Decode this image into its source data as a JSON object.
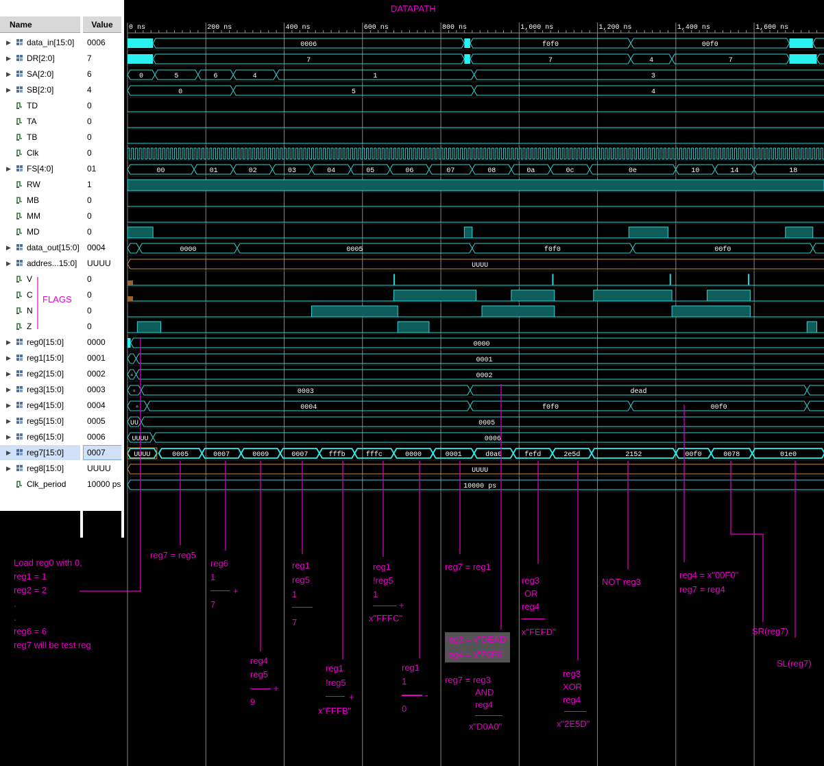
{
  "title": "DATAPATH",
  "columns": {
    "name": "Name",
    "value": "Value"
  },
  "signals": [
    {
      "name": "data_in[15:0]",
      "value": "0006",
      "type": "bus",
      "expand": true
    },
    {
      "name": "DR[2:0]",
      "value": "7",
      "type": "bus",
      "expand": true
    },
    {
      "name": "SA[2:0]",
      "value": "6",
      "type": "bus",
      "expand": true
    },
    {
      "name": "SB[2:0]",
      "value": "4",
      "type": "bus",
      "expand": true
    },
    {
      "name": "TD",
      "value": "0",
      "type": "bit"
    },
    {
      "name": "TA",
      "value": "0",
      "type": "bit"
    },
    {
      "name": "TB",
      "value": "0",
      "type": "bit"
    },
    {
      "name": "Clk",
      "value": "0",
      "type": "bit"
    },
    {
      "name": "FS[4:0]",
      "value": "01",
      "type": "bus",
      "expand": true
    },
    {
      "name": "RW",
      "value": "1",
      "type": "bit"
    },
    {
      "name": "MB",
      "value": "0",
      "type": "bit"
    },
    {
      "name": "MM",
      "value": "0",
      "type": "bit"
    },
    {
      "name": "MD",
      "value": "0",
      "type": "bit"
    },
    {
      "name": "data_out[15:0]",
      "value": "0004",
      "type": "bus",
      "expand": true
    },
    {
      "name": "addres...15:0]",
      "value": "UUUU",
      "type": "bus",
      "expand": true
    },
    {
      "name": "V",
      "value": "0",
      "type": "bit"
    },
    {
      "name": "C",
      "value": "0",
      "type": "bit"
    },
    {
      "name": "N",
      "value": "0",
      "type": "bit"
    },
    {
      "name": "Z",
      "value": "0",
      "type": "bit"
    },
    {
      "name": "reg0[15:0]",
      "value": "0000",
      "type": "bus",
      "expand": true
    },
    {
      "name": "reg1[15:0]",
      "value": "0001",
      "type": "bus",
      "expand": true
    },
    {
      "name": "reg2[15:0]",
      "value": "0002",
      "type": "bus",
      "expand": true
    },
    {
      "name": "reg3[15:0]",
      "value": "0003",
      "type": "bus",
      "expand": true
    },
    {
      "name": "reg4[15:0]",
      "value": "0004",
      "type": "bus",
      "expand": true
    },
    {
      "name": "reg5[15:0]",
      "value": "0005",
      "type": "bus",
      "expand": true
    },
    {
      "name": "reg6[15:0]",
      "value": "0006",
      "type": "bus",
      "expand": true
    },
    {
      "name": "reg7[15:0]",
      "value": "0007",
      "type": "bus",
      "expand": true,
      "selected": true
    },
    {
      "name": "reg8[15:0]",
      "value": "UUUU",
      "type": "bus",
      "expand": true
    },
    {
      "name": "Clk_period",
      "value": "10000 ps",
      "type": "bit"
    }
  ],
  "timeline": {
    "ticks": [
      "0 ns",
      "200 ns",
      "400 ns",
      "600 ns",
      "800 ns",
      "1,000 ns",
      "1,200 ns",
      "1,400 ns",
      "1,600 ns"
    ],
    "ns_per_tick": 200
  },
  "waves": {
    "data_in": [
      [
        "0",
        60,
        ""
      ],
      [
        "60",
        860,
        "0006"
      ],
      [
        "860",
        875,
        ""
      ],
      [
        "875",
        1300,
        "f0f0"
      ],
      [
        "1300",
        1700,
        "00f0"
      ],
      [
        "1700",
        1760,
        ""
      ],
      [
        "1760",
        1800,
        ""
      ]
    ],
    "DR_labels": [
      "7",
      "7",
      "4",
      "7"
    ],
    "SA_labels": [
      "0",
      "5",
      "6",
      "4",
      "1",
      "3"
    ],
    "SB_labels": [
      "0",
      "5",
      "4"
    ],
    "FS_labels": [
      "00",
      "01",
      "02",
      "03",
      "04",
      "05",
      "06",
      "07",
      "08",
      "0a",
      "0c",
      "0e",
      "10",
      "14",
      "18"
    ],
    "data_out_labels": [
      "0000",
      "0005",
      "f0f0",
      "00f0"
    ],
    "address_label": "UUUU",
    "reg0_label": "0000",
    "reg1_label": "0001",
    "reg2_label": "0002",
    "reg3_labels": [
      "0003",
      "dead"
    ],
    "reg4_labels": [
      "0004",
      "f0f0",
      "00f0"
    ],
    "reg5_labels": [
      "UU",
      "0005"
    ],
    "reg6_labels": [
      "UUUU",
      "0006"
    ],
    "reg7_labels": [
      "UUUU",
      "0005",
      "0007",
      "0009",
      "0007",
      "fffb",
      "fffc",
      "0000",
      "0001",
      "d0a0",
      "fefd",
      "2e5d",
      "2152",
      "00f0",
      "0078",
      "01e0"
    ],
    "reg8_label": "UUUU",
    "clk_period_label": "10000 ps"
  },
  "annotations": {
    "flags": "FLAGS",
    "load": [
      "Load reg0 with 0,",
      "reg1 = 1",
      "reg2 = 2",
      ".",
      ".",
      "reg6 = 6",
      "reg7 will be test reg"
    ],
    "a1": "reg7 = reg5",
    "a2": [
      "reg6",
      "1",
      "7"
    ],
    "a2_op": "+",
    "a3": [
      "reg4",
      "reg5",
      "9"
    ],
    "a3_op": "+",
    "a4": [
      "reg1",
      "reg5",
      "1",
      "7"
    ],
    "a5": [
      "reg1",
      "!reg5",
      "x\"FFFB\""
    ],
    "a5_op": "+",
    "a6": [
      "reg1",
      "!reg5",
      "1",
      "x\"FFFC\""
    ],
    "a6_op": "+",
    "a7": [
      "reg1",
      "1",
      "0"
    ],
    "a7_op": "-",
    "a8": "reg7 = reg1",
    "a9": [
      "reg3 = x\"DEAD\"",
      "reg4 = x\"F0F0\""
    ],
    "a10": [
      "reg7 = reg3",
      "AND",
      "reg4",
      "x\"D0A0\""
    ],
    "a11": [
      "reg3",
      "OR",
      "reg4",
      "x\"FEFD\""
    ],
    "a12": [
      "reg3",
      "XOR",
      "reg4",
      "x\"2E5D\""
    ],
    "a13": "NOT reg3",
    "a14": [
      "reg4 = x\"00F0\"",
      "reg7 = reg4"
    ],
    "a15": "SR(reg7)",
    "a16": "SL(reg7)"
  },
  "colors": {
    "wave": "#2fd5d5",
    "fill": "#0e5d5a",
    "cursor": "#e600c8",
    "hilite": "#2bf0f0",
    "bg": "#000000"
  }
}
